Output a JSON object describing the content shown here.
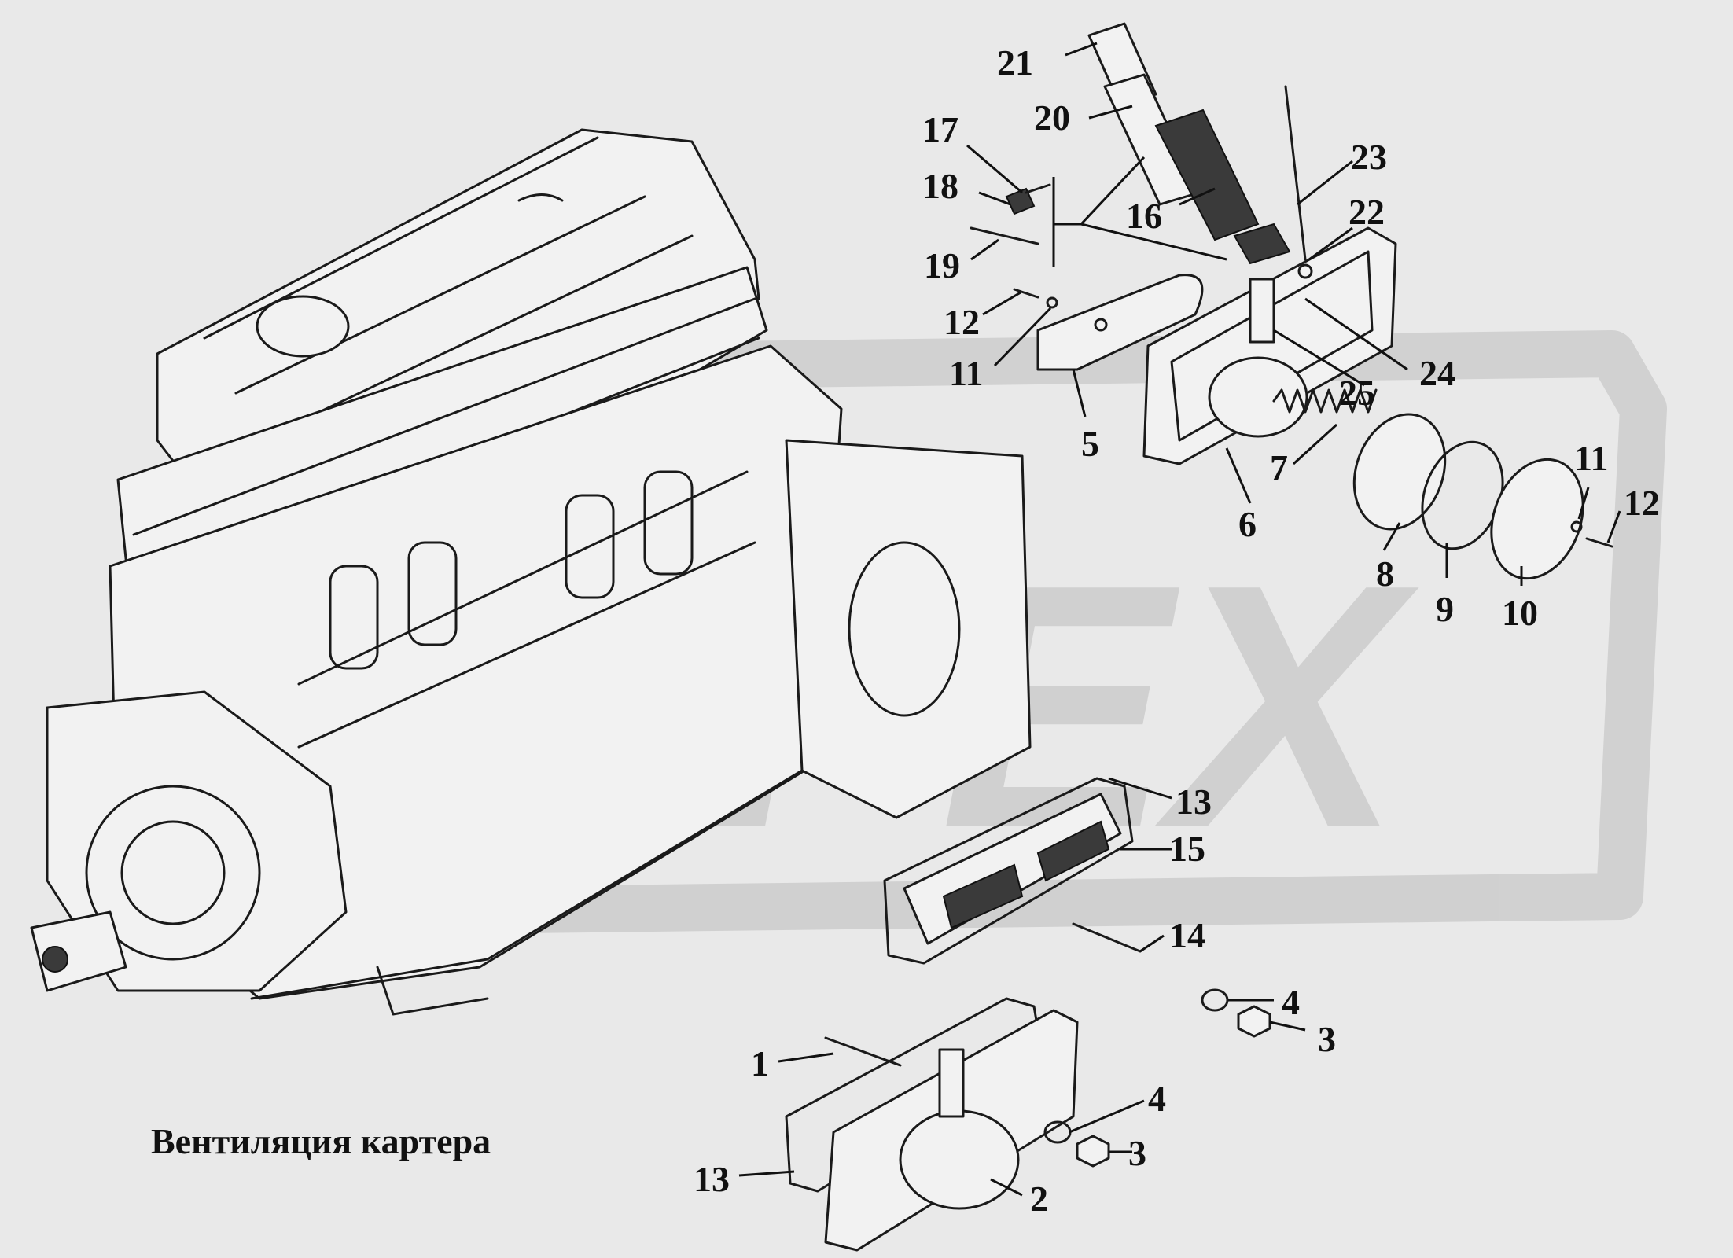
{
  "caption": "Вентиляция картера",
  "watermark": {
    "letters": "OPEX"
  },
  "colors": {
    "background": "#e9e9e9",
    "ink": "#111111",
    "watermark": "#bdbdbd"
  },
  "callouts": [
    {
      "id": "c21",
      "text": "21"
    },
    {
      "id": "c20",
      "text": "20"
    },
    {
      "id": "c17",
      "text": "17"
    },
    {
      "id": "c18",
      "text": "18"
    },
    {
      "id": "c16",
      "text": "16"
    },
    {
      "id": "c19",
      "text": "19"
    },
    {
      "id": "c12a",
      "text": "12"
    },
    {
      "id": "c11a",
      "text": "11"
    },
    {
      "id": "c5",
      "text": "5"
    },
    {
      "id": "c23",
      "text": "23"
    },
    {
      "id": "c22",
      "text": "22"
    },
    {
      "id": "c24",
      "text": "24"
    },
    {
      "id": "c25",
      "text": "25"
    },
    {
      "id": "c7",
      "text": "7"
    },
    {
      "id": "c6",
      "text": "6"
    },
    {
      "id": "c8",
      "text": "8"
    },
    {
      "id": "c9",
      "text": "9"
    },
    {
      "id": "c10",
      "text": "10"
    },
    {
      "id": "c11b",
      "text": "11"
    },
    {
      "id": "c12b",
      "text": "12"
    },
    {
      "id": "c13a",
      "text": "13"
    },
    {
      "id": "c15",
      "text": "15"
    },
    {
      "id": "c14",
      "text": "14"
    },
    {
      "id": "c4a",
      "text": "4"
    },
    {
      "id": "c3a",
      "text": "3"
    },
    {
      "id": "c1",
      "text": "1"
    },
    {
      "id": "c4b",
      "text": "4"
    },
    {
      "id": "c3b",
      "text": "3"
    },
    {
      "id": "c13b",
      "text": "13"
    },
    {
      "id": "c2",
      "text": "2"
    }
  ]
}
